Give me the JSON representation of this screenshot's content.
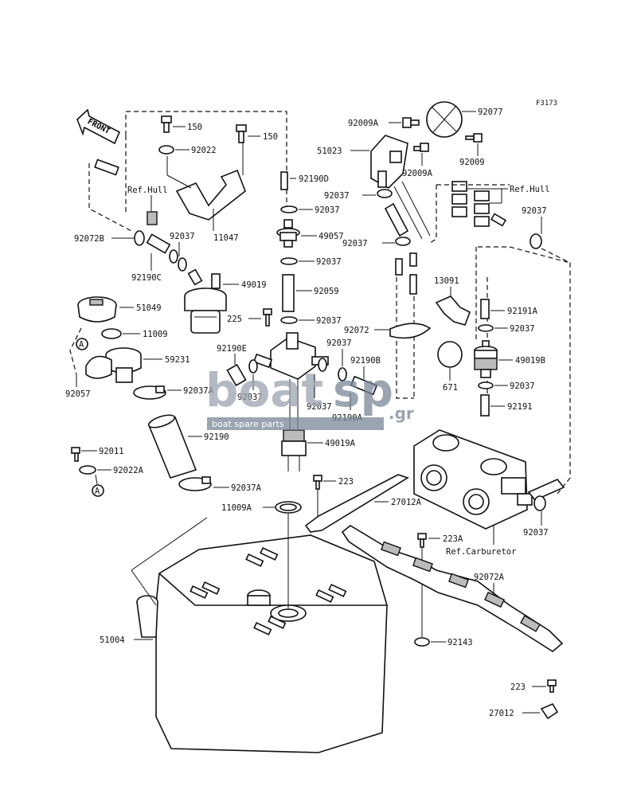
{
  "figure_code": "F3173",
  "front_label": "FRONT",
  "ref_marker": "A",
  "watermark": {
    "brand": "boat",
    "brand2": "sp",
    "domain": ".gr",
    "tagline": "boat spare parts",
    "color": "#9aa3b0"
  },
  "labels": {
    "p150a": "150",
    "p150b": "150",
    "p92022": "92022",
    "ref_hull_left": "Ref.Hull",
    "p11047": "11047",
    "p92072B": "92072B",
    "p92037_l": "92037",
    "p92190C": "92190C",
    "p49019": "49019",
    "p49057": "49057",
    "p92190D": "92190D",
    "p92037_m1": "92037",
    "p92037_m2": "92037",
    "p92059": "92059",
    "p225": "225",
    "p92037_m3": "92037",
    "p92190E": "92190E",
    "p92037_m4": "92037",
    "p92037_m5": "92037",
    "p92190B": "92190B",
    "p92037_m6": "92037",
    "p92190A": "92190A",
    "p49019A": "49019A",
    "p51049": "51049",
    "p11009": "11009",
    "p59231": "59231",
    "p92057": "92057",
    "p92037A_1": "92037A",
    "p92190": "92190",
    "p92011": "92011",
    "p92022A": "92022A",
    "p92037A_2": "92037A",
    "p11009A": "11009A",
    "p223": "223",
    "p27012A": "27012A",
    "p51004": "51004",
    "p92009A_1": "92009A",
    "p92077": "92077",
    "p51023": "51023",
    "p92009A_2": "92009A",
    "p92009": "92009",
    "p92037_r1": "92037",
    "ref_hull_right": "Ref.Hull",
    "p92037_r2": "92037",
    "p92037_r3": "92037",
    "p13091": "13091",
    "p92191A": "92191A",
    "p92072": "92072",
    "p92037_r4": "92037",
    "p671": "671",
    "p49019B": "49019B",
    "p92037_r5": "92037",
    "p92191": "92191",
    "p92037_r6": "92037",
    "p223A": "223A",
    "ref_carburetor": "Ref.Carburetor",
    "p92072A": "92072A",
    "p92143": "92143",
    "p223b": "223",
    "p27012": "27012"
  }
}
